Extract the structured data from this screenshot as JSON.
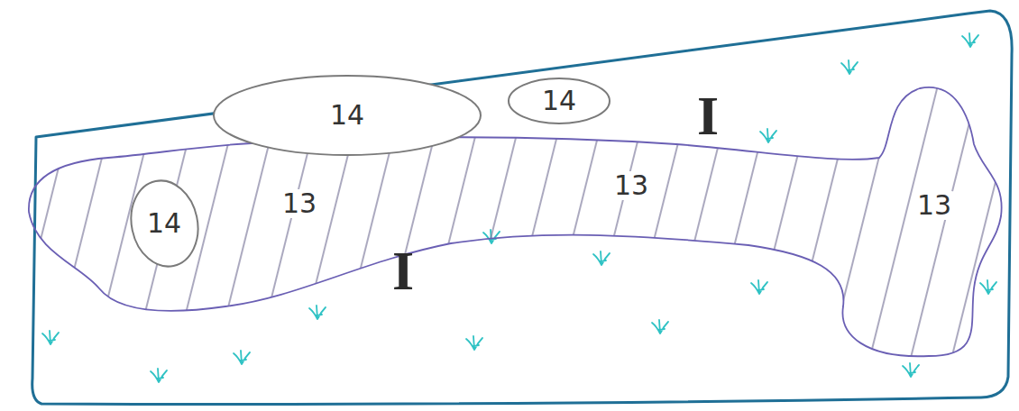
{
  "diagram": {
    "nodes": [
      {
        "text": [
          "I",
          "I"
        ]
      },
      {
        "text": [
          "13",
          "13",
          "13"
        ],
        "in": 0
      },
      {
        "text": [
          "14"
        ],
        "in": 0
      },
      {
        "text": [
          "14"
        ],
        "in": 0
      },
      {
        "text": [
          "14"
        ],
        "in": 1
      }
    ]
  }
}
